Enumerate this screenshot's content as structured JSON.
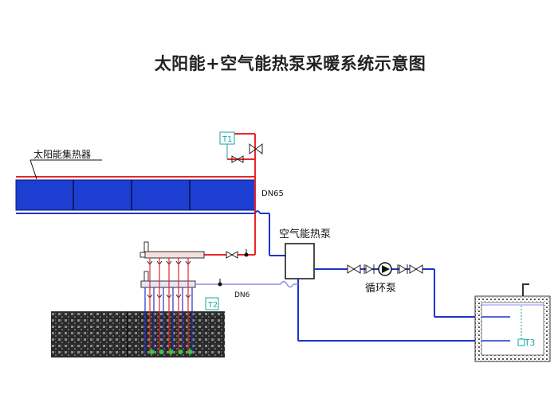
{
  "title": "太阳能+空气能热泵采暖系统示意图",
  "labels": {
    "collector": "太阳能集热器",
    "pipe_dn65": "DN65",
    "heat_pump": "空气能热泵",
    "circ_pump": "循环泵",
    "pipe_dn6": "DN6",
    "sensor_t1": "T1",
    "sensor_t2": "T2",
    "sensor_t3": "T3"
  },
  "colors": {
    "supply_pipe": "#e8262a",
    "return_pipe": "#1f33c9",
    "light_pipe": "#8c8cf0",
    "collector_fill": "#1d3fd1",
    "sensor": "#17a6a6",
    "floor_heating": "#33cc33"
  }
}
